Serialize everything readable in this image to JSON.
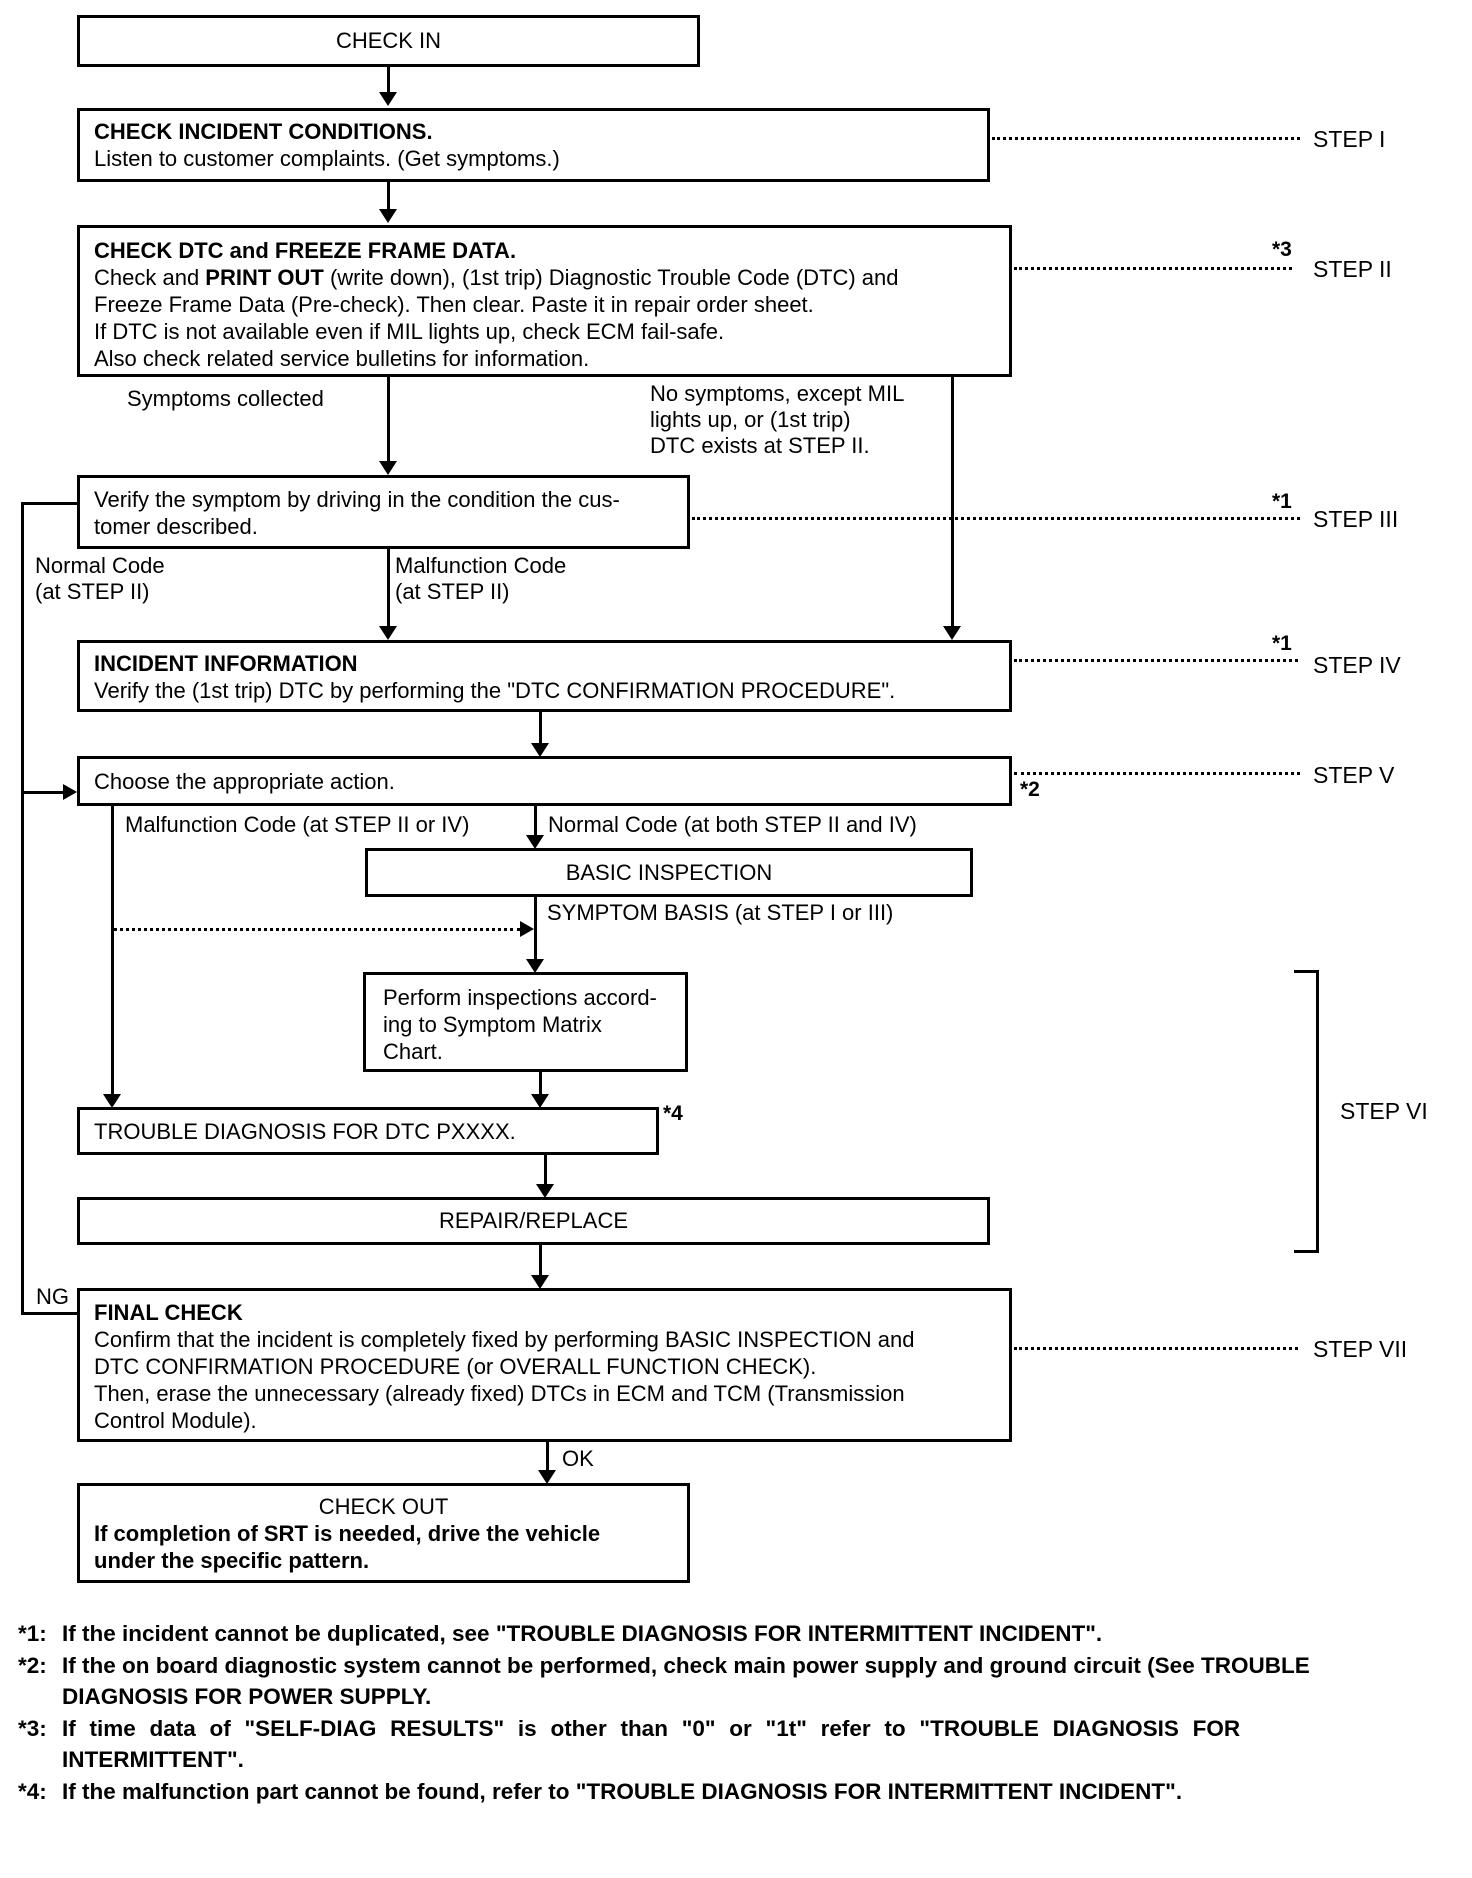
{
  "doc": {
    "background": "#ffffff",
    "ink": "#000000"
  },
  "nodes": {
    "check_in": {
      "title": "CHECK IN"
    },
    "check_incident": {
      "title": "CHECK INCIDENT CONDITIONS.",
      "line2": "Listen to customer complaints. (Get symptoms.)"
    },
    "check_dtc": {
      "title": "CHECK DTC and FREEZE FRAME DATA.",
      "line2_pre": "Check and ",
      "line2_bold": "PRINT OUT",
      "line2_post": " (write down), (1st trip) Diagnostic Trouble Code (DTC) and",
      "line3": "Freeze Frame Data (Pre-check). Then clear. Paste it in repair order sheet.",
      "line4": "If DTC is not available even if MIL lights up, check ECM fail-safe.",
      "line5": "Also check related service bulletins for information."
    },
    "verify_symptom": {
      "line1": "Verify the symptom by driving in the condition the cus-",
      "line2": "tomer described."
    },
    "incident_information": {
      "title": "INCIDENT INFORMATION",
      "line2": "Verify the (1st trip) DTC by performing the \"DTC CONFIRMATION PROCEDURE\"."
    },
    "choose_action": {
      "line1": "Choose the appropriate action."
    },
    "basic_inspection": {
      "title": "BASIC INSPECTION"
    },
    "symptom_matrix": {
      "line1": "Perform inspections accord-",
      "line2": "ing to Symptom Matrix",
      "line3": "Chart."
    },
    "trouble_diagnosis": {
      "line1": "TROUBLE DIAGNOSIS FOR DTC PXXXX."
    },
    "repair_replace": {
      "title": "REPAIR/REPLACE"
    },
    "final_check": {
      "title": "FINAL CHECK",
      "line2": "Confirm that the incident is completely fixed by performing BASIC INSPECTION and",
      "line3": "DTC CONFIRMATION PROCEDURE (or OVERALL FUNCTION CHECK).",
      "line4": "Then, erase the unnecessary (already fixed) DTCs in ECM and TCM (Transmission",
      "line5": "Control Module)."
    },
    "check_out": {
      "title": "CHECK OUT",
      "line2": "If completion of SRT is needed, drive the vehicle",
      "line3": "under the specific pattern."
    }
  },
  "branch_labels": {
    "symptoms_collected": "Symptoms collected",
    "no_symptoms_1": "No symptoms, except MIL",
    "no_symptoms_2": "lights up, or (1st trip)",
    "no_symptoms_3": "DTC exists at STEP II.",
    "normal_code_1": "Normal Code",
    "normal_code_2": "(at STEP II)",
    "malfunction_code_1": "Malfunction Code",
    "malfunction_code_2": "(at STEP II)",
    "malfunction_code_v": "Malfunction Code (at STEP II or IV)",
    "normal_code_v": "Normal Code (at both STEP II and IV)",
    "symptom_basis": "SYMPTOM BASIS (at STEP I or III)",
    "ok": "OK",
    "ng": "NG"
  },
  "steps": {
    "i": "STEP I",
    "ii": "STEP II",
    "iii": "STEP III",
    "iv": "STEP IV",
    "v": "STEP V",
    "vi": "STEP VI",
    "vii": "STEP VII"
  },
  "markers": {
    "m1": "*1",
    "m2": "*2",
    "m3": "*3",
    "m4": "*4"
  },
  "footnotes": [
    {
      "marker": "*1:",
      "lines": [
        "If the incident cannot be duplicated, see \"TROUBLE DIAGNOSIS FOR INTERMITTENT INCIDENT\"."
      ]
    },
    {
      "marker": "*2:",
      "lines": [
        "If the on board diagnostic system cannot be performed, check main power supply and ground circuit (See TROUBLE",
        "DIAGNOSIS FOR POWER SUPPLY."
      ]
    },
    {
      "marker": "*3:",
      "lines": [
        "If time data of \"SELF-DIAG RESULTS\" is other than \"0\" or \"1t\" refer to \"TROUBLE DIAGNOSIS FOR",
        "INTERMITTENT\"."
      ]
    },
    {
      "marker": "*4:",
      "lines": [
        "If the malfunction part cannot be found, refer to \"TROUBLE DIAGNOSIS FOR INTERMITTENT INCIDENT\"."
      ]
    }
  ]
}
